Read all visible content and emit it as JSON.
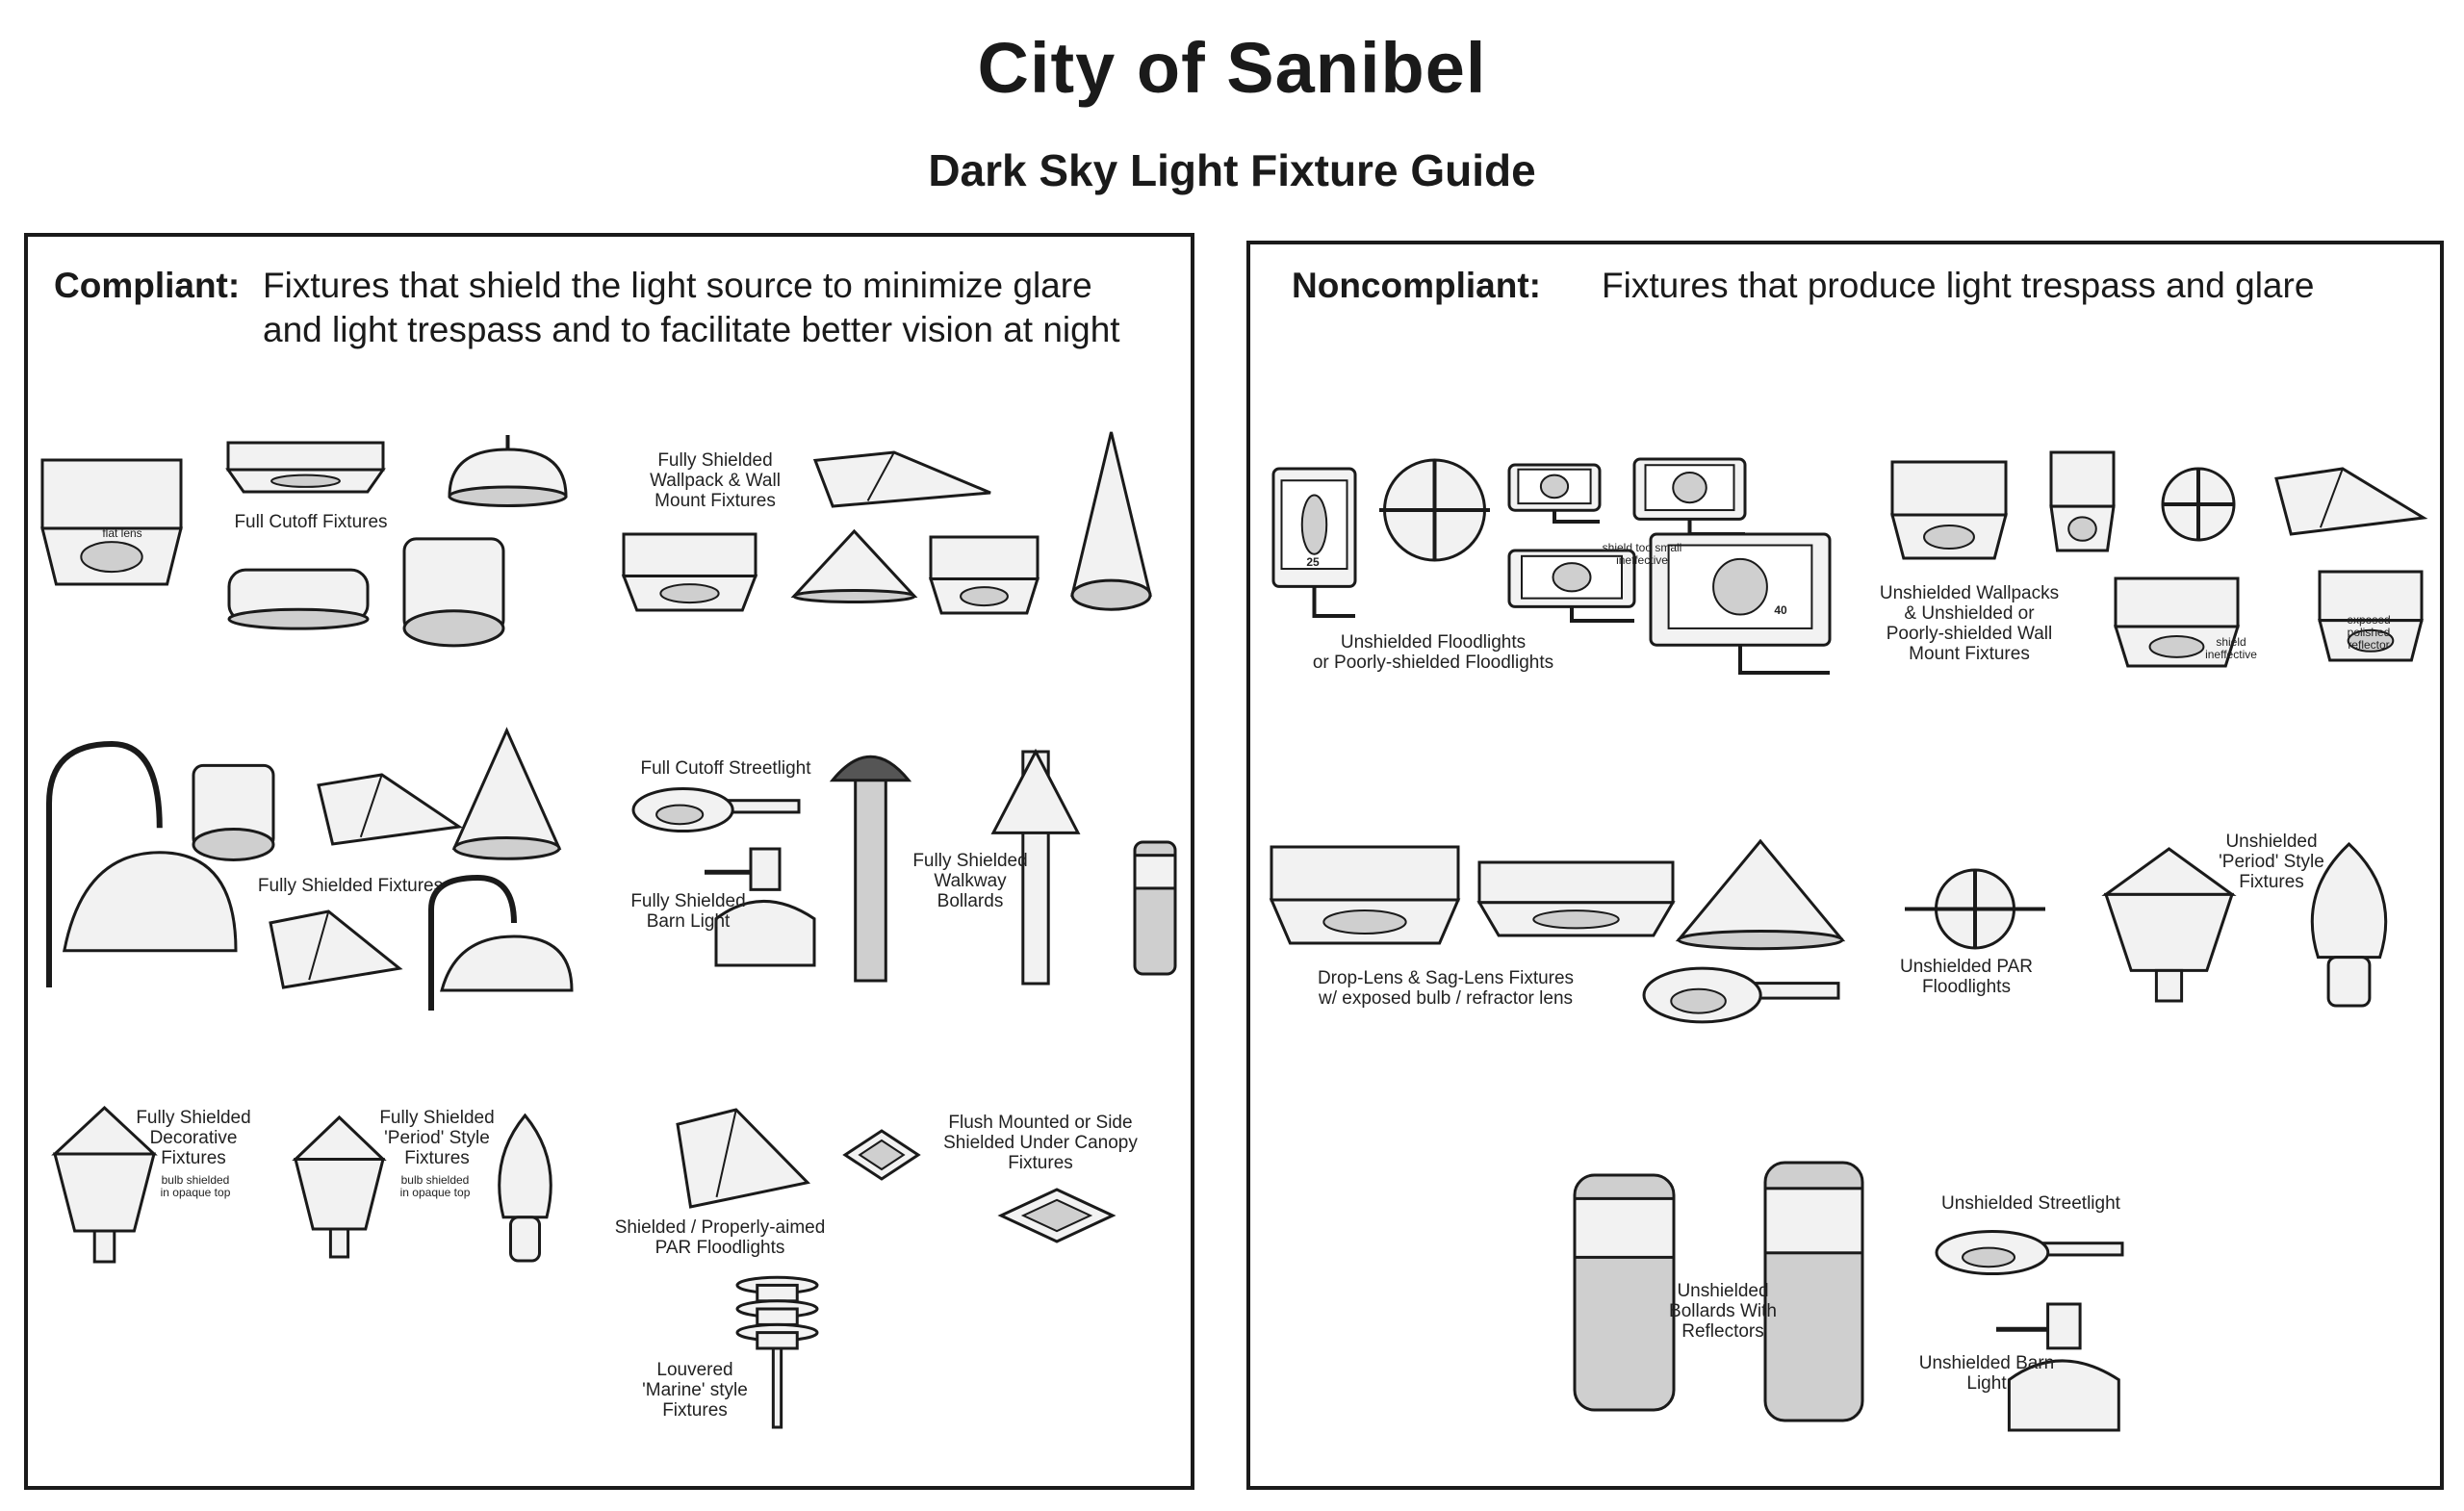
{
  "header": {
    "title": "City of Sanibel",
    "subtitle": "Dark Sky Light Fixture Guide"
  },
  "compliant": {
    "heading": "Compliant:",
    "description_line1": "Fixtures that shield the light source to minimize glare",
    "description_line2": "and light trespass and to facilitate better vision at night",
    "labels": {
      "flat_lens": "flat lens",
      "full_cutoff": "Full Cutoff Fixtures",
      "wallpack": "Fully Shielded\nWallpack & Wall\nMount Fixtures",
      "fully_shielded": "Fully Shielded Fixtures",
      "streetlight": "Full Cutoff Streetlight",
      "barn_light": "Fully Shielded\nBarn Light",
      "bollards": "Fully Shielded\nWalkway\nBollards",
      "decorative": "Fully Shielded\nDecorative\nFixtures",
      "bulb_note_1": "bulb shielded\nin opaque top",
      "period": "Fully Shielded\n'Period' Style\nFixtures",
      "bulb_note_2": "bulb shielded\nin opaque top",
      "par": "Shielded / Properly-aimed\nPAR Floodlights",
      "canopy": "Flush Mounted or Side\nShielded Under Canopy\nFixtures",
      "louvered": "Louvered\n'Marine' style\nFixtures"
    }
  },
  "noncompliant": {
    "heading": "Noncompliant:",
    "description": "Fixtures that produce light trespass and glare",
    "labels": {
      "floodlights": "Unshielded Floodlights\nor Poorly-shielded Floodlights",
      "shield_small": "shield too small\nineffective",
      "num_25": "25",
      "num_40": "40",
      "wallpacks": "Unshielded Wallpacks\n& Unshielded or\nPoorly-shielded Wall\nMount Fixtures",
      "shield_ineffective": "shield\nineffective",
      "exposed": "exposed\npolished\nreflector",
      "drop_lens": "Drop-Lens & Sag-Lens Fixtures\nw/ exposed bulb / refractor lens",
      "par": "Unshielded PAR\nFloodlights",
      "period": "Unshielded\n'Period' Style\nFixtures",
      "streetlight": "Unshielded Streetlight",
      "bollards": "Unshielded\nBollards With\nReflectors",
      "barn_light": "Unshielded Barn\nLight"
    }
  },
  "colors": {
    "ink": "#1a1a1a",
    "fill": "#f2f2f2",
    "shade": "#cfcfcf",
    "dark": "#555555"
  }
}
